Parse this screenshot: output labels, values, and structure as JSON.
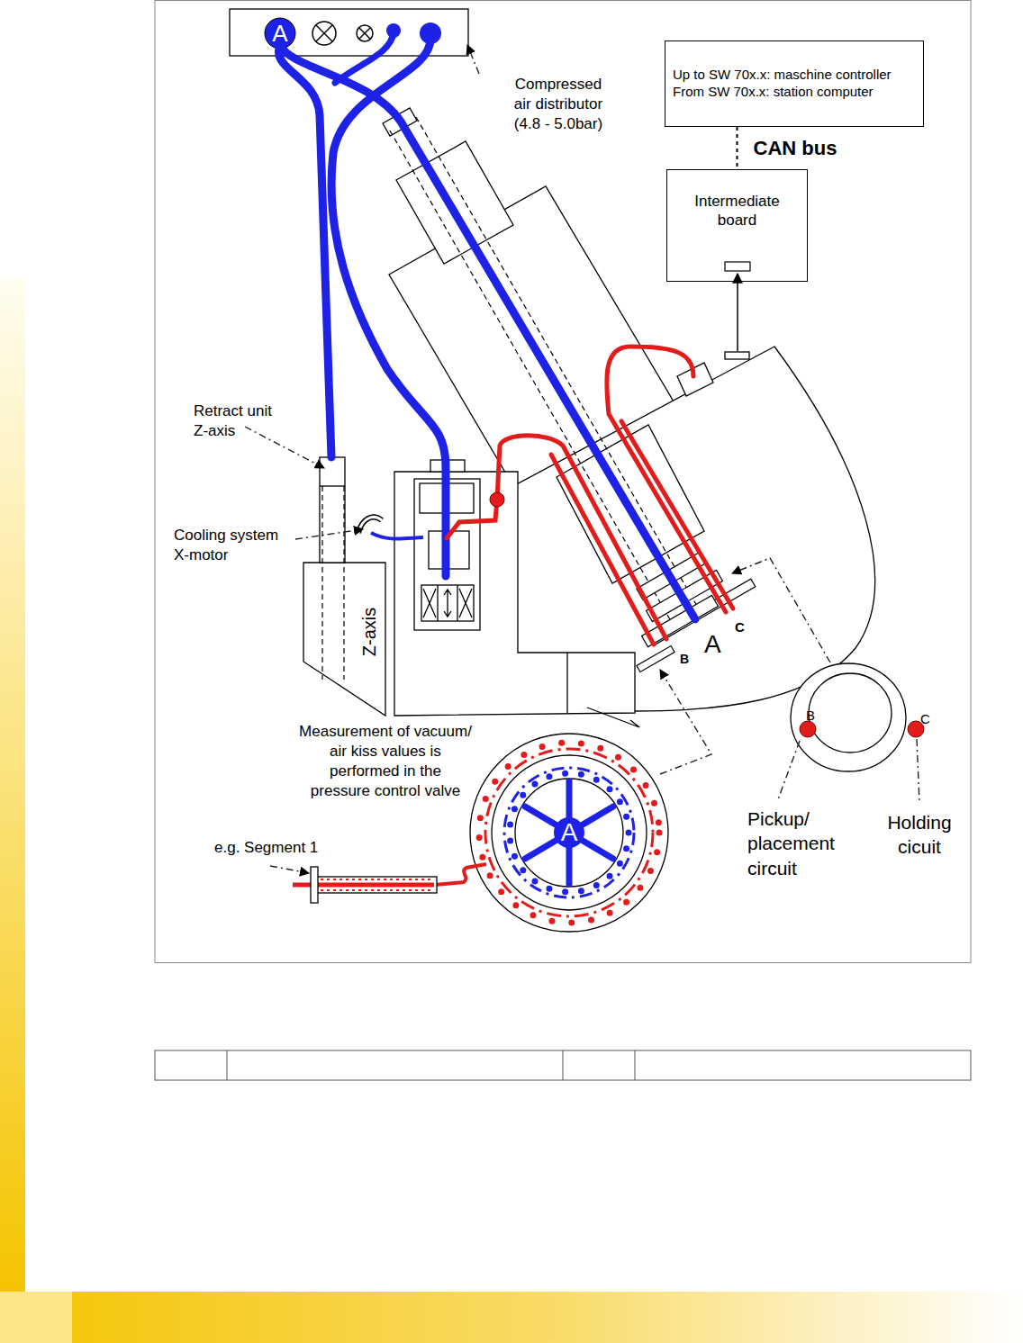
{
  "diagram": {
    "nodes": [
      {
        "text": [
          "Up to SW 70x.x: maschine controller From SW 70x.x: station computer"
        ]
      },
      {
        "text": [
          "Intermediate board"
        ]
      }
    ],
    "edges": [
      {
        "from": 0,
        "to": 1,
        "arrow": "none",
        "label": "CAN bus"
      }
    ],
    "labels": [
      "A",
      "Compressed air distributor (4.8 - 5.0bar)",
      "Retract unit Z-axis",
      "Cooling system X-motor",
      "Z-axis",
      "B",
      "A",
      "C",
      "Measurement of vacuum/ air kiss values is performed in the pressure control valve",
      "B",
      "C",
      "A",
      "e.g. Segment 1",
      "Pickup/ placement circuit",
      "Holding cicuit"
    ]
  }
}
